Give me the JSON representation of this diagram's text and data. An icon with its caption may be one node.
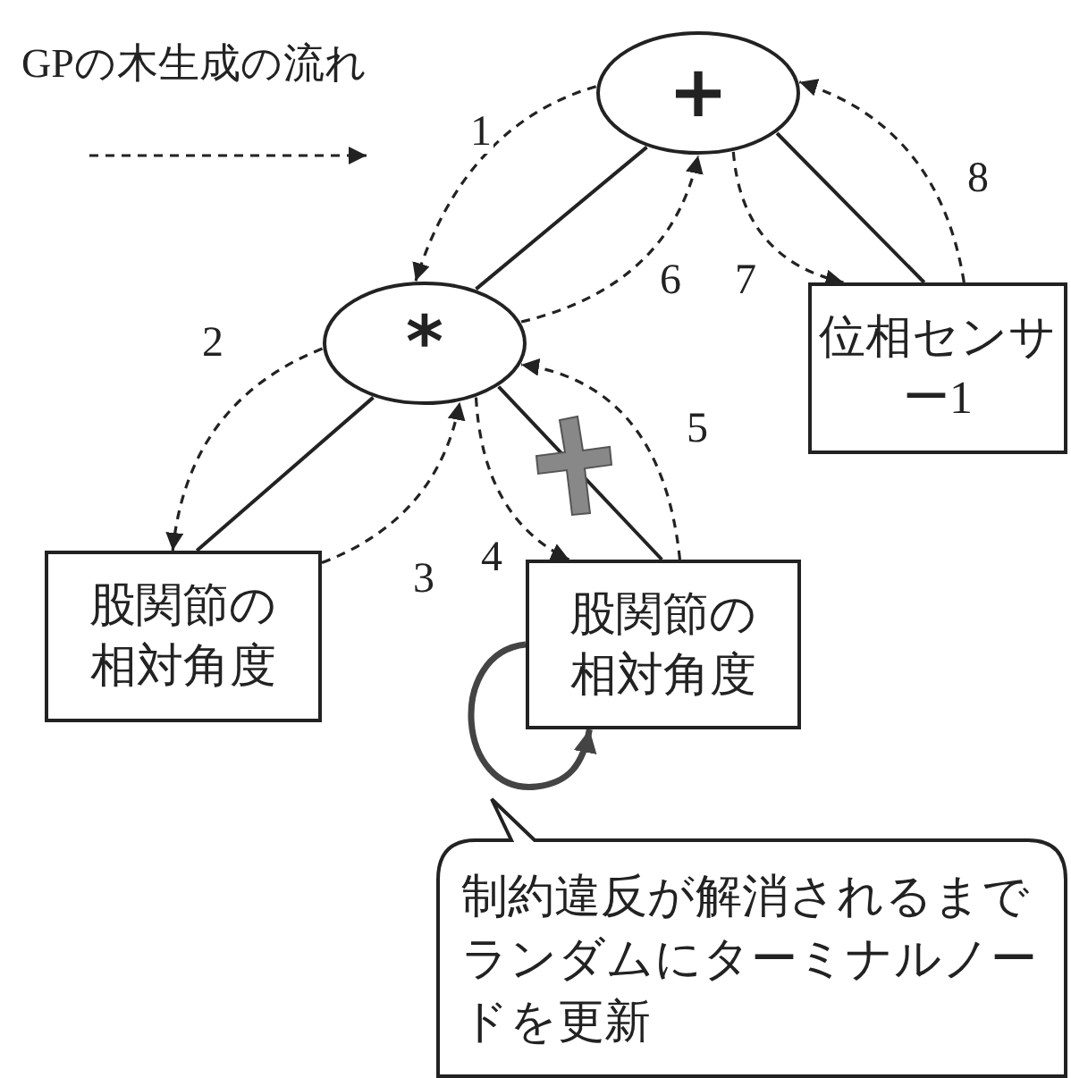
{
  "diagram": {
    "nodes": [
      {
        "text": [
          "+"
        ]
      },
      {
        "text": [
          "*"
        ]
      },
      {
        "text": [
          "位相センサー1"
        ]
      },
      {
        "text": [
          "股関節の相対角度"
        ]
      },
      {
        "text": [
          "股関節の相対角度"
        ]
      },
      {
        "text": [
          "制約違反が解消されるまでランダムにターミナルノードを更新"
        ]
      }
    ],
    "edges": [
      {
        "from": 0,
        "to": 1,
        "arrow": "none"
      },
      {
        "from": 0,
        "to": 2,
        "arrow": "none"
      },
      {
        "from": 1,
        "to": 3,
        "arrow": "none"
      },
      {
        "from": 1,
        "to": 4,
        "arrow": "none"
      },
      {
        "from": 0,
        "to": 1,
        "arrow": "to",
        "style": "dashed",
        "label": "1"
      },
      {
        "from": 1,
        "to": 3,
        "arrow": "to",
        "style": "dashed",
        "label": "2"
      },
      {
        "from": 3,
        "to": 1,
        "arrow": "to",
        "style": "dashed",
        "label": "3"
      },
      {
        "from": 1,
        "to": 4,
        "arrow": "to",
        "style": "dashed",
        "label": "4"
      },
      {
        "from": 4,
        "to": 1,
        "arrow": "to",
        "style": "dashed",
        "label": "5"
      },
      {
        "from": 1,
        "to": 0,
        "arrow": "to",
        "style": "dashed",
        "label": "6"
      },
      {
        "from": 0,
        "to": 2,
        "arrow": "to",
        "style": "dashed",
        "label": "7"
      },
      {
        "from": 2,
        "to": 0,
        "arrow": "to",
        "style": "dashed",
        "label": "8"
      },
      {
        "from": 4,
        "to": 4,
        "arrow": "to",
        "style": "thick",
        "color": "#444444"
      }
    ],
    "legend": [
      {
        "text": "GPの木生成の流れ"
      }
    ]
  }
}
